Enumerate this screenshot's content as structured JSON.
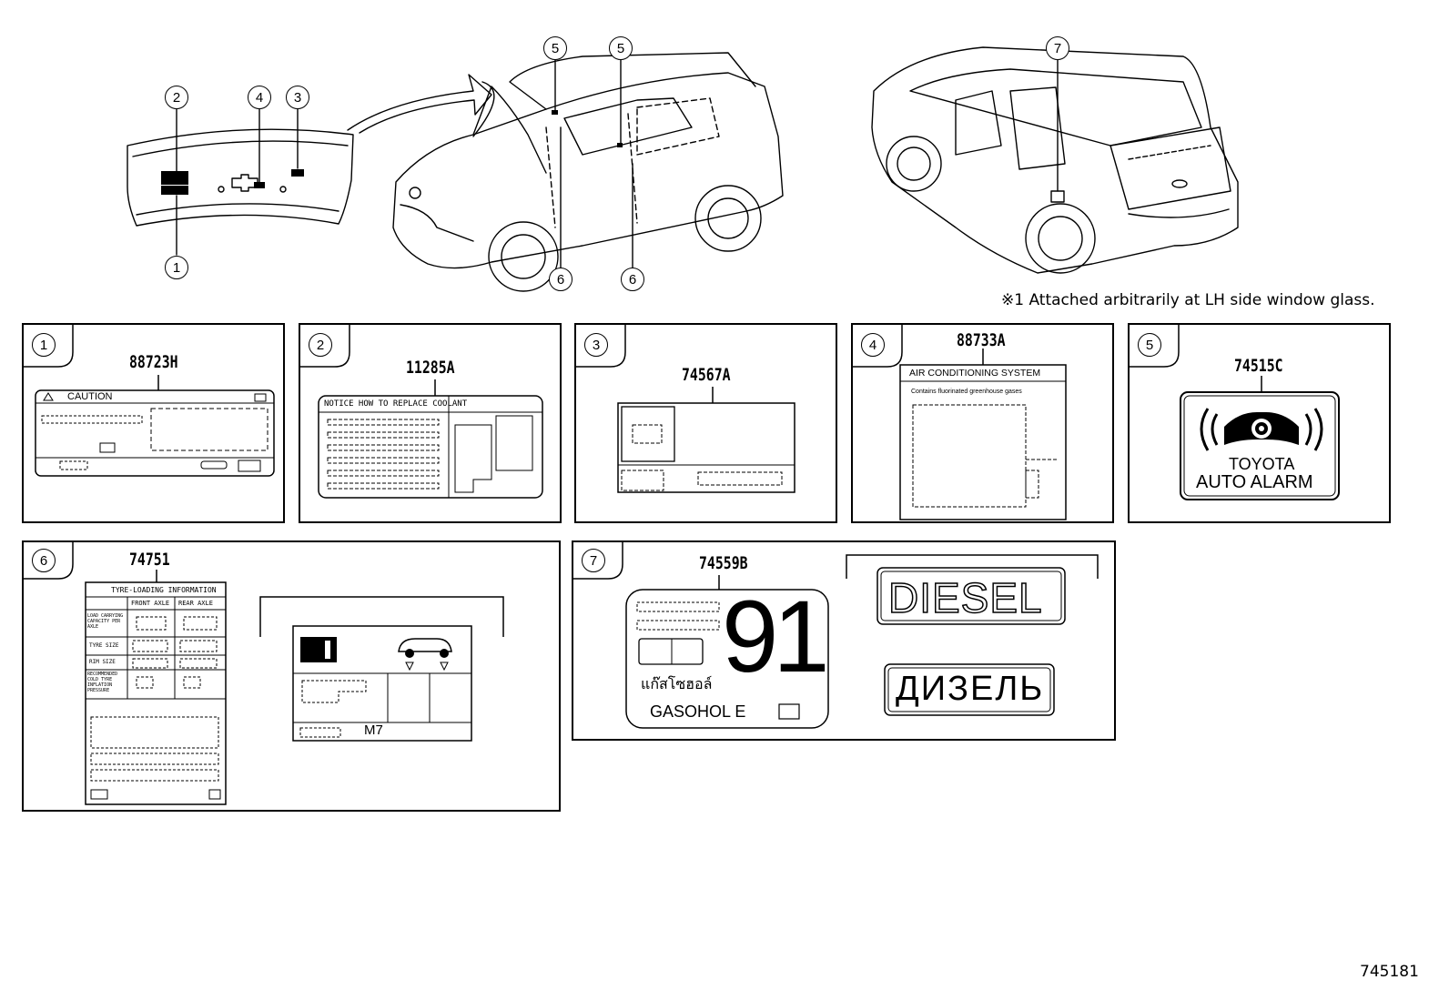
{
  "callouts": {
    "c1": "1",
    "c2": "2",
    "c3": "3",
    "c4": "4",
    "c5": "5",
    "c6": "6",
    "c7": "7"
  },
  "note": "※1  Attached arbitrarily at LH side window glass.",
  "diagram_id": "745181",
  "panels": {
    "p1": {
      "index": "1",
      "part": "88723H",
      "caution": "CAUTION"
    },
    "p2": {
      "index": "2",
      "part": "11285A",
      "header": "NOTICE HOW TO REPLACE COOLANT"
    },
    "p3": {
      "index": "3",
      "part": "74567A"
    },
    "p4": {
      "index": "4",
      "part": "88733A",
      "title": "AIR CONDITIONING SYSTEM",
      "subtitle": "Contains fluorinated greenhouse gases"
    },
    "p5": {
      "index": "5",
      "part": "74515C",
      "line1": "TOYOTA",
      "line2": "AUTO ALARM"
    },
    "p6": {
      "index": "6",
      "part": "74751",
      "table_title": "TYRE-LOADING INFORMATION",
      "col1": "FRONT AXLE",
      "col2": "REAR AXLE",
      "row1": "LOAD CARRYING CAPACITY PER AXLE",
      "row2": "TYRE SIZE",
      "row3": "RIM SIZE",
      "row4": "RECOMMENDED COLD TYRE INFLATION PRESSURE",
      "model": "M7"
    },
    "p7": {
      "index": "7",
      "part": "74559B",
      "octane": "91",
      "thai": "แก๊สโซฮอล์",
      "gasohol": "GASOHOL  E",
      "diesel": "DIESEL",
      "diesel_ru": "ДИЗЕЛЬ"
    }
  },
  "colors": {
    "line": "#000000",
    "background": "#ffffff"
  }
}
